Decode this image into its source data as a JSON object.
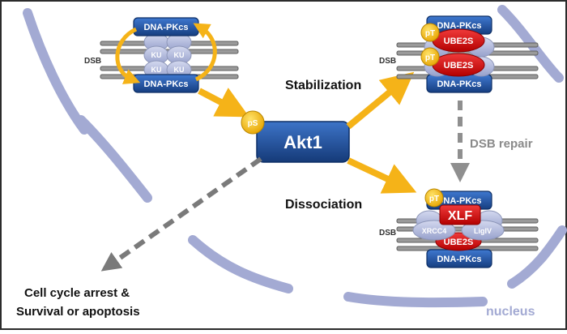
{
  "labels": {
    "dna_pkcs": "DNA-PKcs",
    "ku": "KU",
    "dsb": "DSB",
    "akt1": "Akt1",
    "ps": "pS",
    "pt": "pT",
    "ube2s": "UBE2S",
    "xlf": "XLF",
    "xrcc4": "XRCC4",
    "ligiv": "LigIV",
    "stabilization": "Stabilization",
    "dissociation": "Dissociation",
    "dsb_repair": "DSB repair",
    "outcome_line1": "Cell cycle arrest &",
    "outcome_line2": "Survival or apoptosis",
    "nucleus": "nucleus"
  },
  "icons": [
    "yellow-arrow",
    "gray-dashed-arrow",
    "phosphorylation-badge",
    "ellipse-protein"
  ],
  "colors": {
    "dna_pkcs": "#1f4e9c",
    "akt1": "#1e4f98",
    "ube2s": "#d41010",
    "phospho": "#f2b600",
    "ku": "#b0b8dc",
    "arrow_yellow": "#f5b318",
    "arrow_gray": "#7a7a7a",
    "nucleus": "#a3aad3"
  }
}
